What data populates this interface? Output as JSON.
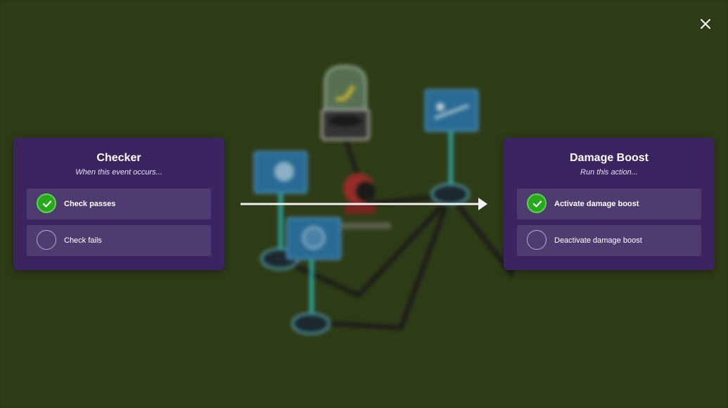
{
  "checker": {
    "title": "Checker",
    "subtitle": "When this event occurs...",
    "options": [
      {
        "label": "Check passes",
        "selected": true
      },
      {
        "label": "Check fails",
        "selected": false
      }
    ]
  },
  "damage_boost": {
    "title": "Damage Boost",
    "subtitle": "Run this action...",
    "options": [
      {
        "label": "Activate damage boost",
        "selected": true
      },
      {
        "label": "Deactivate damage boost",
        "selected": false
      }
    ]
  },
  "icons": {
    "close": "close-icon",
    "check": "checkmark-icon",
    "connection": "arrow-right-icon"
  },
  "colors": {
    "panel": "#3b2560",
    "option": "#4e3c70",
    "selected": "#27a81e",
    "background": "#2f3d16"
  }
}
